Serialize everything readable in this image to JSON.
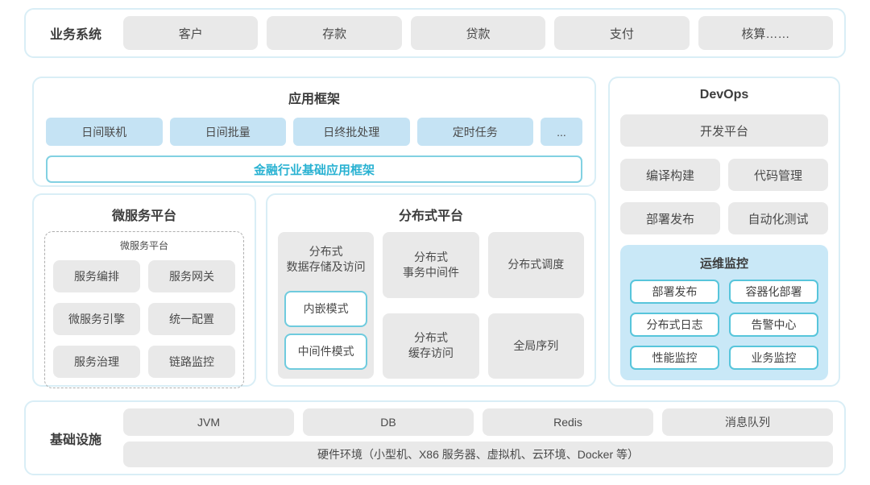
{
  "colors": {
    "container_border": "#d9eef6",
    "gray_box_bg": "#e9e9e9",
    "blue_box_bg": "#c5e3f4",
    "monitor_panel_bg": "#c9e8f7",
    "cyan_border": "#57c5db",
    "cyan_text": "#29b2d2",
    "text": "#4a4a4a"
  },
  "business": {
    "label": "业务系统",
    "items": [
      "客户",
      "存款",
      "贷款",
      "支付",
      "核算……"
    ]
  },
  "app_framework": {
    "title": "应用框架",
    "items": [
      "日间联机",
      "日间批量",
      "日终批处理",
      "定时任务",
      "..."
    ],
    "base_bar": "金融行业基础应用框架"
  },
  "microservice": {
    "title": "微服务平台",
    "inner_title": "微服务平台",
    "items": [
      "服务编排",
      "服务网关",
      "微服务引擎",
      "统一配置",
      "服务治理",
      "链路监控"
    ]
  },
  "distributed": {
    "title": "分布式平台",
    "storage": {
      "title": "分布式\n数据存储及访问",
      "modes": [
        "内嵌模式",
        "中间件模式"
      ]
    },
    "middle": [
      "分布式\n事务中间件",
      "分布式\n缓存访问"
    ],
    "right": [
      "分布式调度",
      "全局序列"
    ]
  },
  "devops": {
    "title": "DevOps",
    "platform": "开发平台",
    "items": [
      "编译构建",
      "代码管理",
      "部署发布",
      "自动化测试"
    ],
    "monitor": {
      "title": "运维监控",
      "items": [
        "部署发布",
        "容器化部署",
        "分布式日志",
        "告警中心",
        "性能监控",
        "业务监控"
      ]
    }
  },
  "infrastructure": {
    "label": "基础设施",
    "items": [
      "JVM",
      "DB",
      "Redis",
      "消息队列"
    ],
    "hardware": "硬件环境（小型机、X86 服务器、虚拟机、云环境、Docker 等）"
  }
}
